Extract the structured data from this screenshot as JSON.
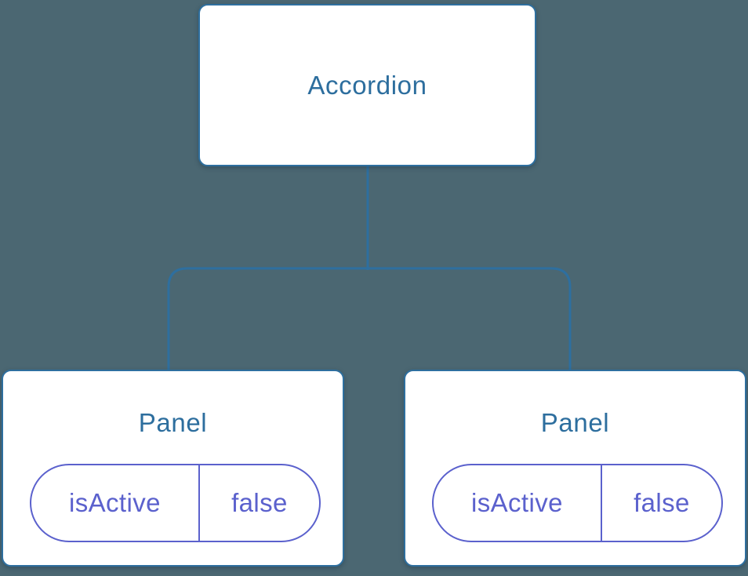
{
  "diagram": {
    "type": "component-tree",
    "root": {
      "label": "Accordion"
    },
    "children": [
      {
        "label": "Panel",
        "state": {
          "name": "isActive",
          "value": "false"
        }
      },
      {
        "label": "Panel",
        "state": {
          "name": "isActive",
          "value": "false"
        }
      }
    ]
  },
  "colors": {
    "background": "#4b6772",
    "node_background": "#ffffff",
    "node_border": "#2e6f9f",
    "node_label": "#2d6e9e",
    "connector": "#2e6f9f",
    "state_accent": "#5b61cd"
  }
}
